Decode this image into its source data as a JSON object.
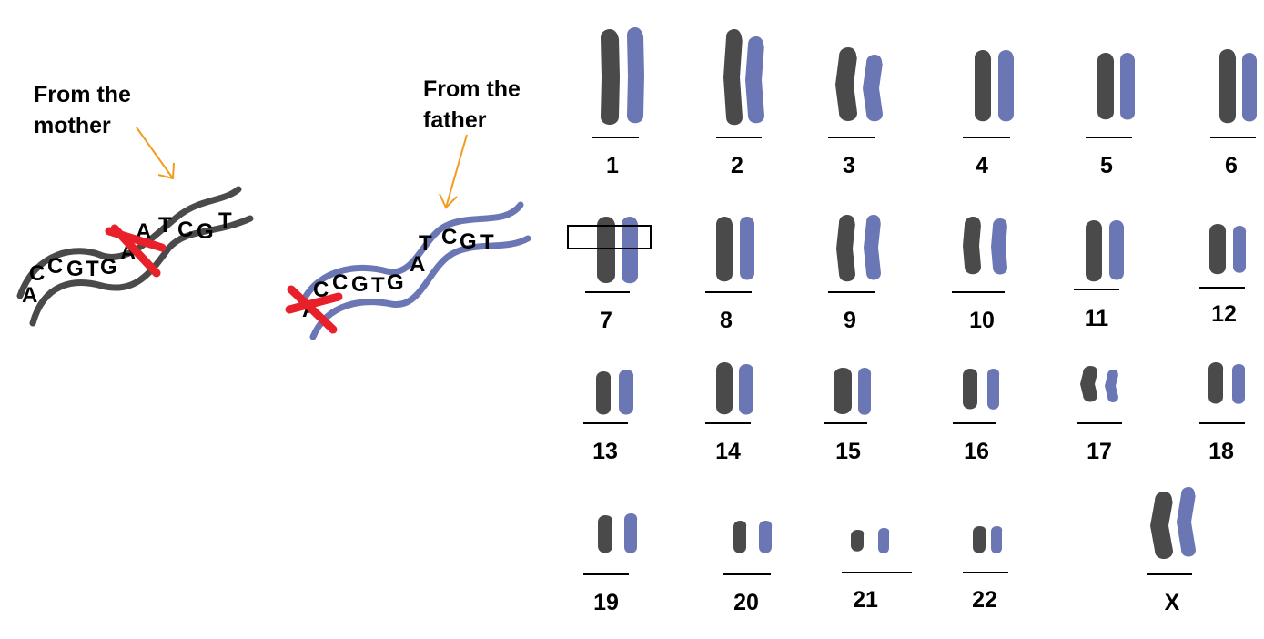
{
  "colors": {
    "maternal": "#4a4a4a",
    "paternal": "#6b76b4",
    "mutation": "#e8202a",
    "arrow": "#f39c1f",
    "text": "#000000"
  },
  "mother_strand": {
    "caption_line1": "From the",
    "caption_line2": "mother",
    "bases": [
      "A",
      "C",
      "C",
      "G",
      "T",
      "G",
      "A",
      "A",
      "T",
      "C",
      "G",
      "T"
    ]
  },
  "father_strand": {
    "caption_line1": "From the",
    "caption_line2": "father",
    "bases": [
      "A",
      "C",
      "C",
      "G",
      "T",
      "G",
      "A",
      "T",
      "C",
      "G",
      "T"
    ]
  },
  "karyotype": {
    "labels": [
      "1",
      "2",
      "3",
      "4",
      "5",
      "6",
      "7",
      "8",
      "9",
      "10",
      "11",
      "12",
      "13",
      "14",
      "15",
      "16",
      "17",
      "18",
      "19",
      "20",
      "21",
      "22",
      "X"
    ],
    "highlighted": "7"
  }
}
